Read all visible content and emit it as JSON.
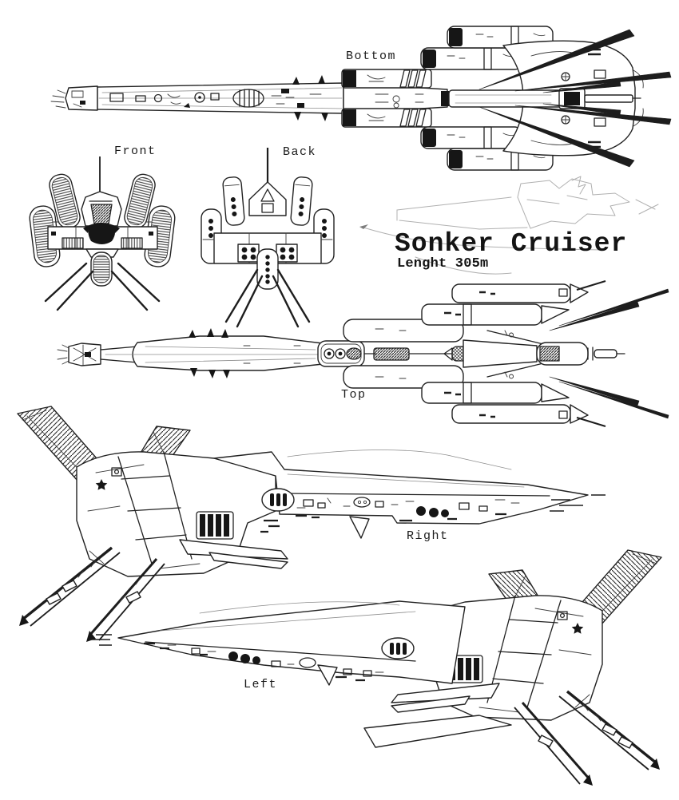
{
  "artwork": {
    "title": "Sonker Cruiser",
    "subtitle": "Lenght 305m"
  },
  "views": {
    "bottom": {
      "label": "Bottom"
    },
    "front": {
      "label": "Front"
    },
    "back": {
      "label": "Back"
    },
    "top": {
      "label": "Top"
    },
    "right": {
      "label": "Right"
    },
    "left": {
      "label": "Left"
    }
  },
  "palette": {
    "ink": "#1e1e1e",
    "dark_fill": "#161616",
    "pencil_light": "#b0b0b0",
    "paper": "#ffffff"
  }
}
